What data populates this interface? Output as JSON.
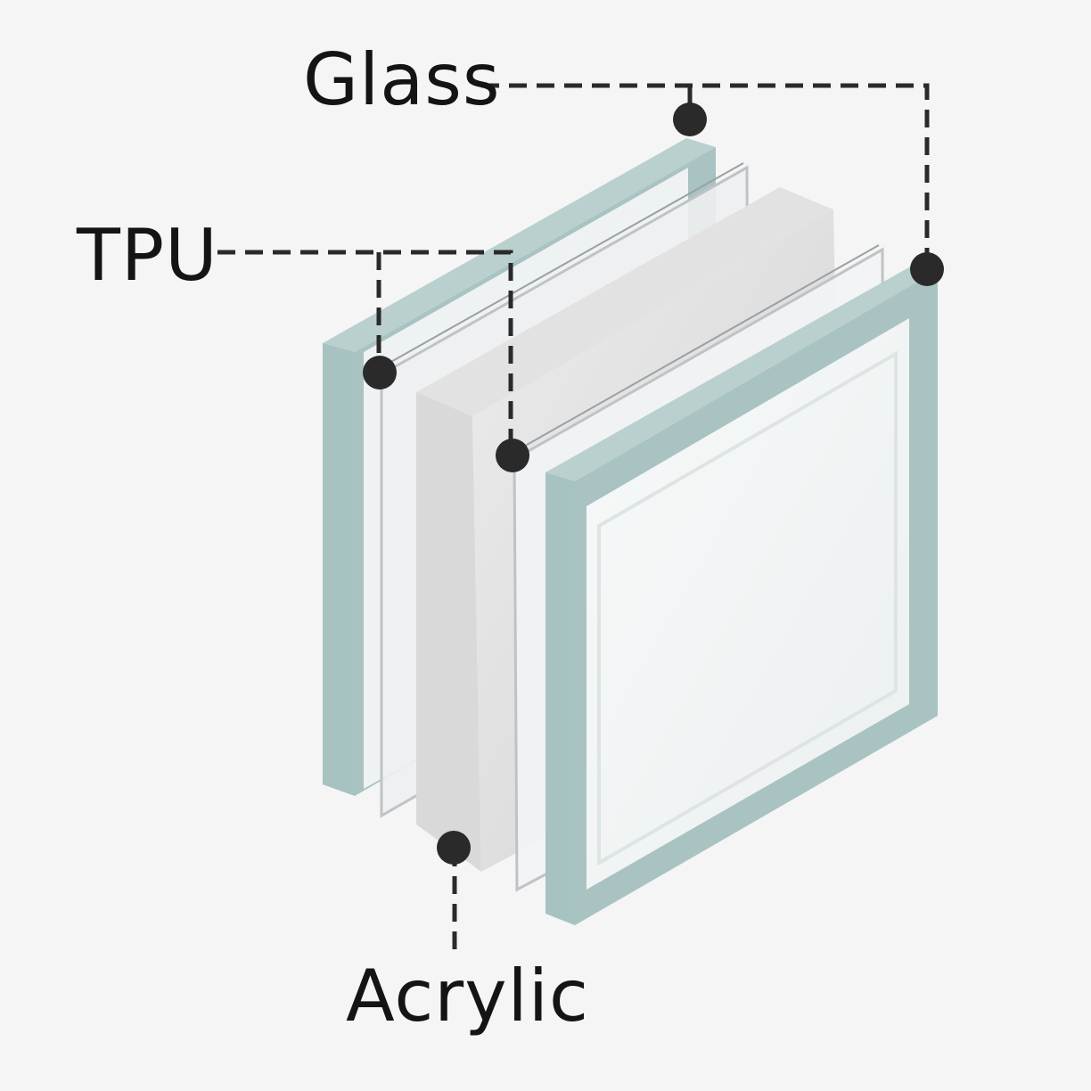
{
  "labels": {
    "glass": "Glass",
    "tpu": "TPU",
    "acrylic": "Acrylic"
  },
  "colors": {
    "background": "#f5f5f5",
    "glass_edge": "#a9c3c2",
    "glass_face": "#f3f6f6",
    "acrylic_face": "#e3e3e3",
    "tpu_film": "#c9ccce",
    "callout": "#2a2a2a",
    "text": "#141414"
  }
}
